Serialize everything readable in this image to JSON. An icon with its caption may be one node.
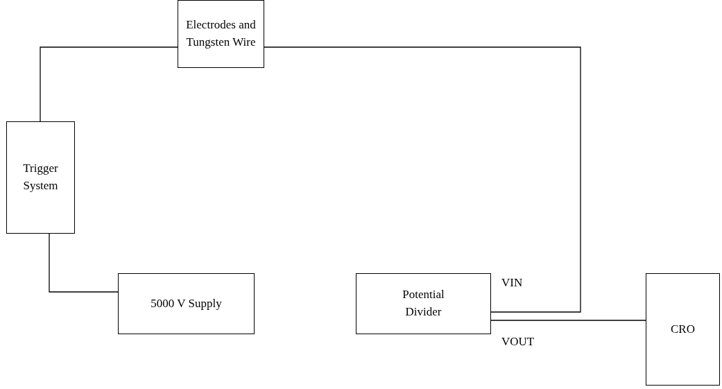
{
  "diagram": {
    "nodes": [
      {
        "text": [
          "Electrodes and Tungsten Wire"
        ]
      },
      {
        "text": [
          "Trigger System"
        ]
      },
      {
        "text": [
          "5000 V Supply"
        ]
      },
      {
        "text": [
          "Potential Divider"
        ]
      },
      {
        "text": [
          "CRO"
        ]
      }
    ],
    "edges": [
      {
        "from": 0,
        "to": 1,
        "arrow": "none"
      },
      {
        "from": 0,
        "to": 3,
        "arrow": "none"
      },
      {
        "from": 1,
        "to": 2,
        "arrow": "none"
      },
      {
        "from": 3,
        "to": 4,
        "arrow": "none"
      }
    ],
    "labels": [
      "VIN",
      "VOUT"
    ]
  }
}
